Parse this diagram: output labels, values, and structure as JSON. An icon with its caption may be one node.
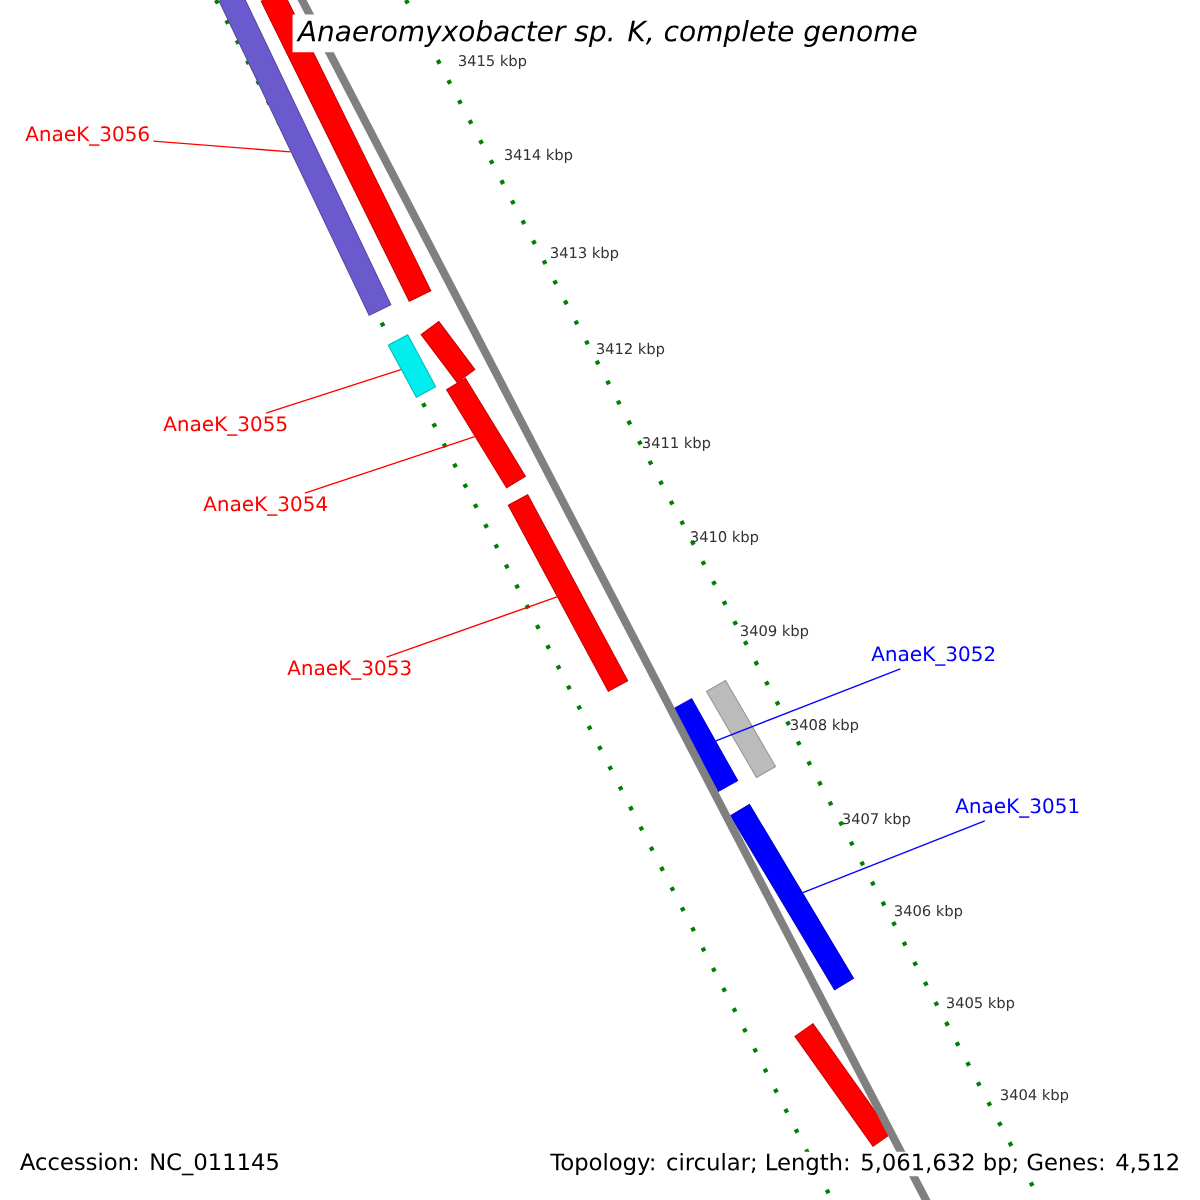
{
  "diagram": {
    "title": "Anaeromyxobacter sp. K, complete genome",
    "nodes": [
      {
        "text": [
          "AnaeK_3056"
        ]
      },
      {
        "text": [],
        "shape": "bar"
      },
      {
        "text": [],
        "shape": "bar"
      },
      {
        "text": [],
        "shape": "bar"
      },
      {
        "text": [],
        "shape": "bar"
      },
      {
        "text": [
          "AnaeK_3055"
        ]
      },
      {
        "text": [],
        "shape": "bar"
      },
      {
        "text": [
          "AnaeK_3054"
        ]
      },
      {
        "text": [],
        "shape": "bar"
      },
      {
        "text": [
          "AnaeK_3053"
        ]
      },
      {
        "text": [
          "AnaeK_3052"
        ]
      },
      {
        "text": [],
        "shape": "bar"
      },
      {
        "text": [],
        "shape": "bar"
      },
      {
        "text": [
          "AnaeK_3051"
        ]
      },
      {
        "text": [],
        "shape": "bar"
      },
      {
        "text": [],
        "shape": "bar"
      },
      {
        "text": [],
        "shape": "line"
      }
    ],
    "edges": [
      {
        "from": 0,
        "to": 1,
        "arrow": "none"
      },
      {
        "from": 5,
        "to": 4,
        "arrow": "none"
      },
      {
        "from": 7,
        "to": 6,
        "arrow": "none"
      },
      {
        "from": 9,
        "to": 8,
        "arrow": "none"
      },
      {
        "from": 10,
        "to": 12,
        "arrow": "none",
        "color": "#0000ff"
      },
      {
        "from": 13,
        "to": 14,
        "arrow": "none",
        "color": "#0000ff"
      }
    ],
    "labels": [
      "3415 kbp",
      "3414 kbp",
      "3413 kbp",
      "3412 kbp",
      "3411 kbp",
      "3410 kbp",
      "3409 kbp",
      "3408 kbp",
      "3407 kbp",
      "3406 kbp",
      "3405 kbp",
      "3404 kbp",
      "Accession: NC_011145",
      "Topology: circular; Length: 5,061,632 bp; Genes: 4,512"
    ]
  }
}
